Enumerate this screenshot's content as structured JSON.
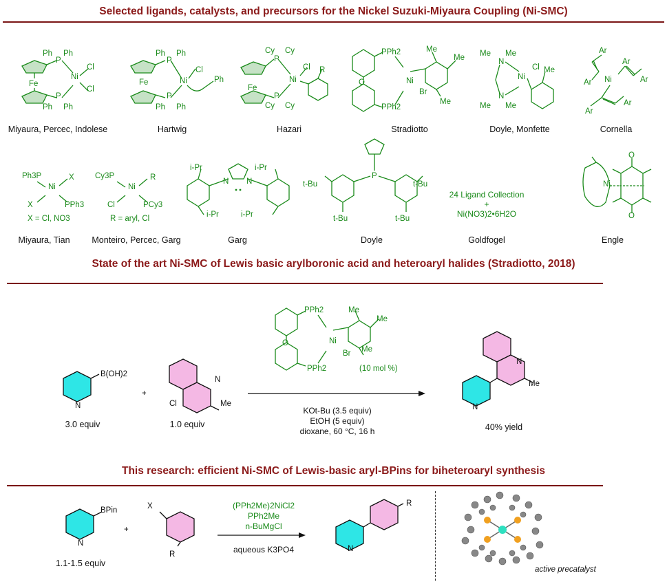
{
  "colors": {
    "header": "#8b1a1a",
    "ligand": "#1a8a1a",
    "pink": "#f4b8e4",
    "cyan": "#2ee6e6"
  },
  "sections": {
    "s1_title": "Selected ligands, catalysts, and precursors for the Nickel Suzuki-Miyaura Coupling (Ni-SMC)",
    "s2_title": "State of the art Ni-SMC of Lewis basic arylboronic acid and heteroaryl halides (Stradiotto, 2018)",
    "s3_title": "This research: efficient Ni-SMC of Lewis-basic aryl-BPins for biheteroaryl synthesis"
  },
  "row1": {
    "labels": [
      "Miyaura, Percec, Indolese",
      "Hartwig",
      "Hazari",
      "Stradiotto",
      "Doyle, Monfette",
      "Cornella"
    ],
    "atoms": {
      "ph": "Ph",
      "p": "P",
      "ni": "Ni",
      "cl": "Cl",
      "fe": "Fe",
      "cy": "Cy",
      "r": "R",
      "pph2": "PPh2",
      "me": "Me",
      "br": "Br",
      "o": "O",
      "n": "N",
      "ar": "Ar"
    }
  },
  "row2": {
    "labels": [
      "Miyaura, Tian",
      "Monteiro, Percec, Garg",
      "Garg",
      "Doyle",
      "Goldfogel",
      "Engle"
    ],
    "miyaura_tian": {
      "l1": "Ph3P",
      "l2": "X",
      "l3": "X",
      "l4": "PPh3",
      "note": "X = Cl, NO3"
    },
    "monteiro": {
      "l1": "Cy3P",
      "l2": "R",
      "l3": "Cl",
      "l4": "PCy3",
      "note": "R = aryl, Cl"
    },
    "garg": {
      "ipr": "i-Pr"
    },
    "doyle": {
      "tbu": "t-Bu"
    },
    "goldfogel": {
      "line1": "24 Ligand Collection",
      "line2": "+",
      "line3": "Ni(NO3)2•6H2O"
    }
  },
  "reaction1": {
    "reagent1": "B(OH)2",
    "reagent1_equiv": "3.0 equiv",
    "plus": "+",
    "reagent2_cl": "Cl",
    "reagent2_me": "Me",
    "reagent2_n": "N",
    "reagent2_equiv": "1.0 equiv",
    "catalyst_loading": "(10 mol %)",
    "conditions": [
      "KOt-Bu (3.5 equiv)",
      "EtOH (5 equiv)",
      "dioxane, 60 °C, 16 h"
    ],
    "product_yield": "40% yield"
  },
  "reaction2": {
    "reagent1": "BPin",
    "reagent1_equiv": "1.1-1.5 equiv",
    "plus": "+",
    "x": "X",
    "r": "R",
    "conditions_top": [
      "(PPh2Me)2NiCl2",
      "PPh2Me",
      "n-BuMgCl"
    ],
    "conditions_bottom": "aqueous K3PO4",
    "image_caption": "active precatalyst"
  }
}
